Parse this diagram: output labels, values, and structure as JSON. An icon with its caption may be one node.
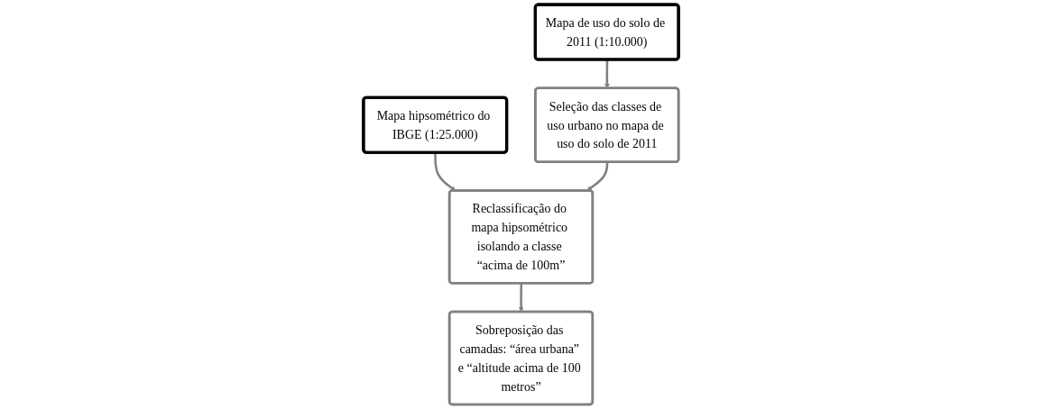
{
  "diagram": {
    "nodes": [
      {
        "text": [
          "Mapa de uso do solo de 2011 (1:10.000)"
        ]
      },
      {
        "text": [
          "Mapa hipsométrico do IBGE (1:25.000)"
        ]
      },
      {
        "text": [
          "Seleção das classes de uso urbano no mapa de uso do solo de 2011"
        ]
      },
      {
        "text": [
          "Reclassificação do mapa hipsométrico isolando a classe “acima de 100m”"
        ]
      },
      {
        "text": [
          "Sobreposição das camadas: “área urbana” e “altitude acima de 100 metros”"
        ]
      }
    ],
    "edges": [
      {
        "from": 0,
        "to": 2,
        "arrow": "to"
      },
      {
        "from": 1,
        "to": 3,
        "arrow": "to"
      },
      {
        "from": 2,
        "to": 3,
        "arrow": "to"
      },
      {
        "from": 3,
        "to": 4,
        "arrow": "to"
      }
    ]
  }
}
